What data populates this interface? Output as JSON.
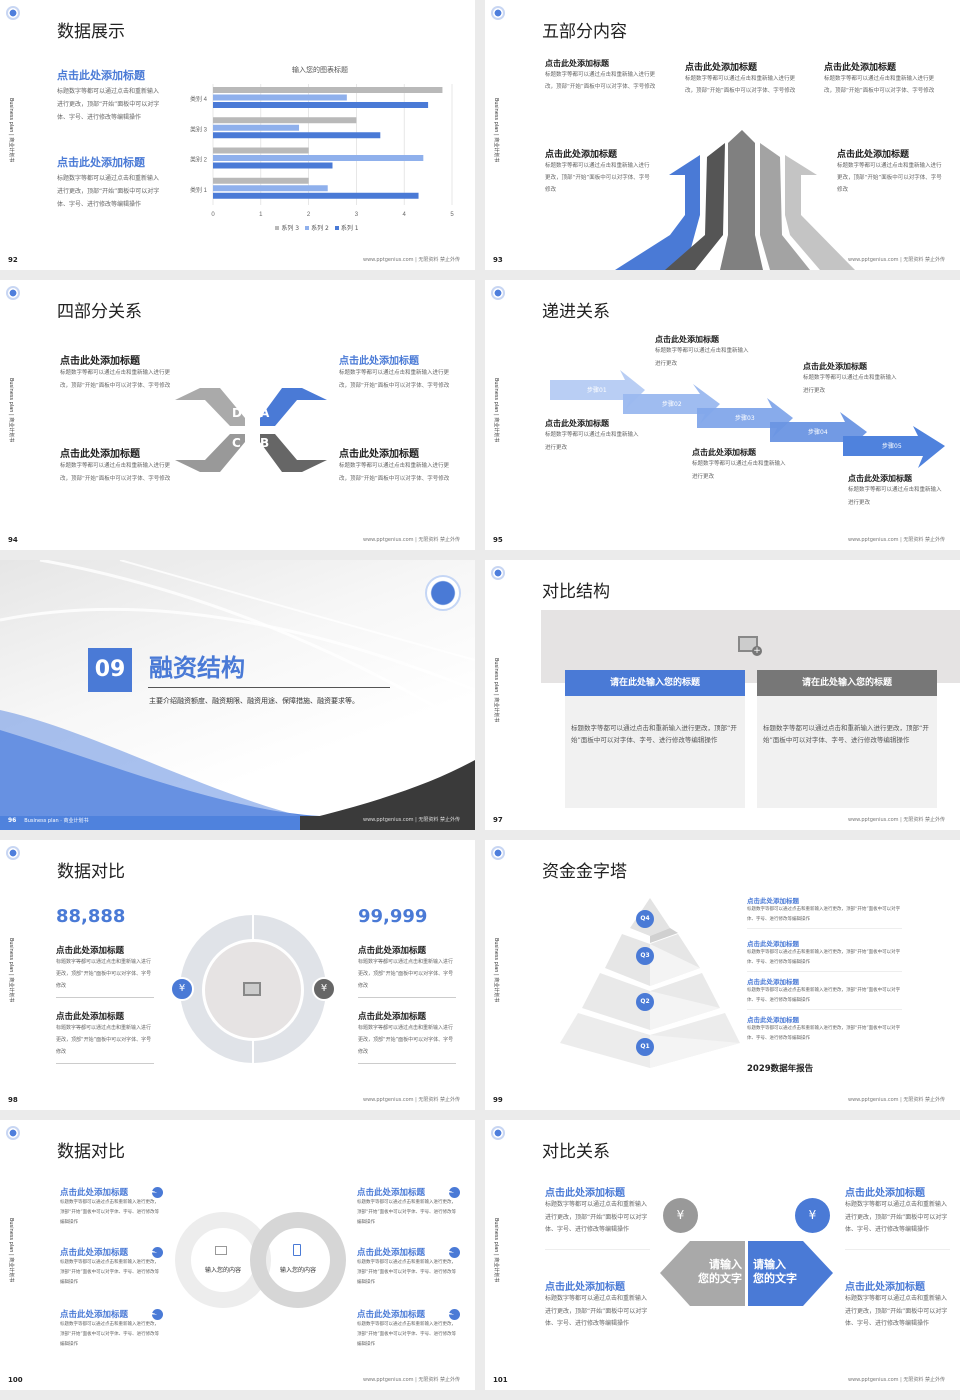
{
  "common": {
    "side_label": "Business plan | 商业计划书",
    "footer": "www.pptgenius.com | 无限资料 禁止外传",
    "heading_placeholder": "点击此处添加标题",
    "colors": {
      "blue": "#4a7ad6",
      "light_blue": "#8fb0ec",
      "gray": "#b9b9b9",
      "dark_gray": "#555555",
      "bg": "#ebebeb"
    }
  },
  "slides": [
    {
      "page": "92",
      "title": "数据展示",
      "blocks": [
        {
          "heading": "点击此处添加标题",
          "body": "标题数字等都可以通过点击和重新输入进行更改，顶部“开始”面板中可以对字体、字号、进行修改等编辑操作"
        },
        {
          "heading": "点击此处添加标题",
          "body": "标题数字等都可以通过点击和重新输入进行更改，顶部“开始”面板中可以对字体、字号、进行修改等编辑操作"
        }
      ]
    },
    {
      "page": "93",
      "title": "五部分内容",
      "blocks": [
        {
          "heading": "点击此处添加标题",
          "body": "标题数字等都可以通过点击和重新输入进行更改，顶部“开始”面板中可以对字体、字号修改"
        },
        {
          "heading": "点击此处添加标题",
          "body": "标题数字等都可以通过点击和重新输入进行更改，顶部“开始”面板中可以对字体、字号修改"
        },
        {
          "heading": "点击此处添加标题",
          "body": "标题数字等都可以通过点击和重新输入进行更改，顶部“开始”面板中可以对字体、字号修改"
        },
        {
          "heading": "点击此处添加标题",
          "body": "标题数字等都可以通过点击和重新输入进行更改，顶部“开始”面板中可以对字体、字号修改"
        },
        {
          "heading": "点击此处添加标题",
          "body": "标题数字等都可以通过点击和重新输入进行更改，顶部“开始”面板中可以对字体、字号修改"
        }
      ]
    },
    {
      "page": "94",
      "title": "四部分关系",
      "letters": [
        "D",
        "A",
        "C",
        "B"
      ],
      "blocks": [
        {
          "heading": "点击此处添加标题",
          "body": "标题数字等都可以通过点击和重新输入进行更改，顶部“开始”面板中可以对字体、字号修改"
        },
        {
          "heading": "点击此处添加标题",
          "body": "标题数字等都可以通过点击和重新输入进行更改，顶部“开始”面板中可以对字体、字号修改"
        },
        {
          "heading": "点击此处添加标题",
          "body": "标题数字等都可以通过点击和重新输入进行更改，顶部“开始”面板中可以对字体、字号修改"
        },
        {
          "heading": "点击此处添加标题",
          "body": "标题数字等都可以通过点击和重新输入进行更改，顶部“开始”面板中可以对字体、字号修改"
        }
      ]
    },
    {
      "page": "95",
      "title": "递进关系",
      "steps": [
        "步骤01",
        "步骤02",
        "步骤03",
        "步骤04",
        "步骤05"
      ],
      "blocks": [
        {
          "heading": "点击此处添加标题",
          "body": "标题数字等都可以通过点击和重新输入进行更改"
        },
        {
          "heading": "点击此处添加标题",
          "body": "标题数字等都可以通过点击和重新输入进行更改"
        },
        {
          "heading": "点击此处添加标题",
          "body": "标题数字等都可以通过点击和重新输入进行更改"
        },
        {
          "heading": "点击此处添加标题",
          "body": "标题数字等都可以通过点击和重新输入进行更改"
        },
        {
          "heading": "点击此处添加标题",
          "body": "标题数字等都可以通过点击和重新输入进行更改"
        }
      ]
    },
    {
      "page": "96",
      "section_number": "09",
      "title": "融资结构",
      "description": "主要介绍融资额度、融资期限、融资用途、保障措施、融资要求等。",
      "footer_left": "Business plan · 商业计划书"
    },
    {
      "page": "97",
      "title": "对比结构",
      "cards": [
        {
          "heading": "请在此处输入您的标题",
          "body": "标题数字等都可以通过点击和重新输入进行更改，顶部“开始”面板中可以对字体、字号、进行修改等编辑操作"
        },
        {
          "heading": "请在此处输入您的标题",
          "body": "标题数字等都可以通过点击和重新输入进行更改，顶部“开始”面板中可以对字体、字号、进行修改等编辑操作"
        }
      ]
    },
    {
      "page": "98",
      "title": "数据对比",
      "left_number": "88,888",
      "right_number": "99,999",
      "blocks": [
        {
          "heading": "点击此处添加标题",
          "body": "标题数字等都可以通过点击和重新输入进行更改，顶部“开始”面板中可以对字体、字号修改"
        },
        {
          "heading": "点击此处添加标题",
          "body": "标题数字等都可以通过点击和重新输入进行更改，顶部“开始”面板中可以对字体、字号修改"
        },
        {
          "heading": "点击此处添加标题",
          "body": "标题数字等都可以通过点击和重新输入进行更改，顶部“开始”面板中可以对字体、字号修改"
        },
        {
          "heading": "点击此处添加标题",
          "body": "标题数字等都可以通过点击和重新输入进行更改，顶部“开始”面板中可以对字体、字号修改"
        }
      ]
    },
    {
      "page": "99",
      "title": "资金金字塔",
      "levels": [
        "Q4",
        "Q3",
        "Q2",
        "Q1"
      ],
      "blocks": [
        {
          "heading": "点击此处添加标题",
          "body": "标题数字等都可以通过点击和重新输入进行更改，顶部“开始”面板中可以对字体、字号、进行修改等编辑操作"
        },
        {
          "heading": "点击此处添加标题",
          "body": "标题数字等都可以通过点击和重新输入进行更改，顶部“开始”面板中可以对字体、字号、进行修改等编辑操作"
        },
        {
          "heading": "点击此处添加标题",
          "body": "标题数字等都可以通过点击和重新输入进行更改，顶部“开始”面板中可以对字体、字号、进行修改等编辑操作"
        },
        {
          "heading": "点击此处添加标题",
          "body": "标题数字等都可以通过点击和重新输入进行更改，顶部“开始”面板中可以对字体、字号、进行修改等编辑操作"
        }
      ],
      "report_label": "2029数据年报告"
    },
    {
      "page": "100",
      "title": "数据对比",
      "ring_labels": [
        "输入您的内容",
        "输入您的内容"
      ],
      "blocks": [
        {
          "heading": "点击此处添加标题",
          "body": "标题数字等都可以通过点击和重新输入进行更改，顶部“开始”面板中可以对字体、字号、进行修改等编辑操作"
        },
        {
          "heading": "点击此处添加标题",
          "body": "标题数字等都可以通过点击和重新输入进行更改，顶部“开始”面板中可以对字体、字号、进行修改等编辑操作"
        },
        {
          "heading": "点击此处添加标题",
          "body": "标题数字等都可以通过点击和重新输入进行更改，顶部“开始”面板中可以对字体、字号、进行修改等编辑操作"
        },
        {
          "heading": "点击此处添加标题",
          "body": "标题数字等都可以通过点击和重新输入进行更改，顶部“开始”面板中可以对字体、字号、进行修改等编辑操作"
        },
        {
          "heading": "点击此处添加标题",
          "body": "标题数字等都可以通过点击和重新输入进行更改，顶部“开始”面板中可以对字体、字号、进行修改等编辑操作"
        },
        {
          "heading": "点击此处添加标题",
          "body": "标题数字等都可以通过点击和重新输入进行更改，顶部“开始”面板中可以对字体、字号、进行修改等编辑操作"
        }
      ]
    },
    {
      "page": "101",
      "title": "对比关系",
      "center_left": "请输入您的文字",
      "center_right": "请输入您的文字",
      "center_left_lines": [
        "请输入",
        "您的文字"
      ],
      "center_right_lines": [
        "请输入",
        "您的文字"
      ],
      "blocks": [
        {
          "heading": "点击此处添加标题",
          "body": "标题数字等都可以通过点击和重新输入进行更改，顶部“开始”面板中可以对字体、字号、进行修改等编辑操作"
        },
        {
          "heading": "点击此处添加标题",
          "body": "标题数字等都可以通过点击和重新输入进行更改，顶部“开始”面板中可以对字体、字号、进行修改等编辑操作"
        },
        {
          "heading": "点击此处添加标题",
          "body": "标题数字等都可以通过点击和重新输入进行更改，顶部“开始”面板中可以对字体、字号、进行修改等编辑操作"
        },
        {
          "heading": "点击此处添加标题",
          "body": "标题数字等都可以通过点击和重新输入进行更改，顶部“开始”面板中可以对字体、字号、进行修改等编辑操作"
        }
      ]
    }
  ],
  "chart_data": {
    "type": "bar",
    "orientation": "horizontal",
    "title": "输入您的图表标题",
    "categories": [
      "类别 1",
      "类别 2",
      "类别 3",
      "类别 4"
    ],
    "series": [
      {
        "name": "系列 1",
        "color": "#4a7ad6",
        "values": [
          4.3,
          2.5,
          3.5,
          4.5
        ]
      },
      {
        "name": "系列 2",
        "color": "#8fb0ec",
        "values": [
          2.4,
          4.4,
          1.8,
          2.8
        ]
      },
      {
        "name": "系列 3",
        "color": "#b9b9b9",
        "values": [
          2.0,
          2.0,
          3.0,
          4.8
        ]
      }
    ],
    "xlim": [
      0,
      5
    ],
    "xticks": [
      "0",
      "1",
      "2",
      "3",
      "4",
      "5"
    ],
    "legend": [
      "系列 3",
      "系列 2",
      "系列 1"
    ],
    "legend_position": "bottom",
    "grid": true
  }
}
